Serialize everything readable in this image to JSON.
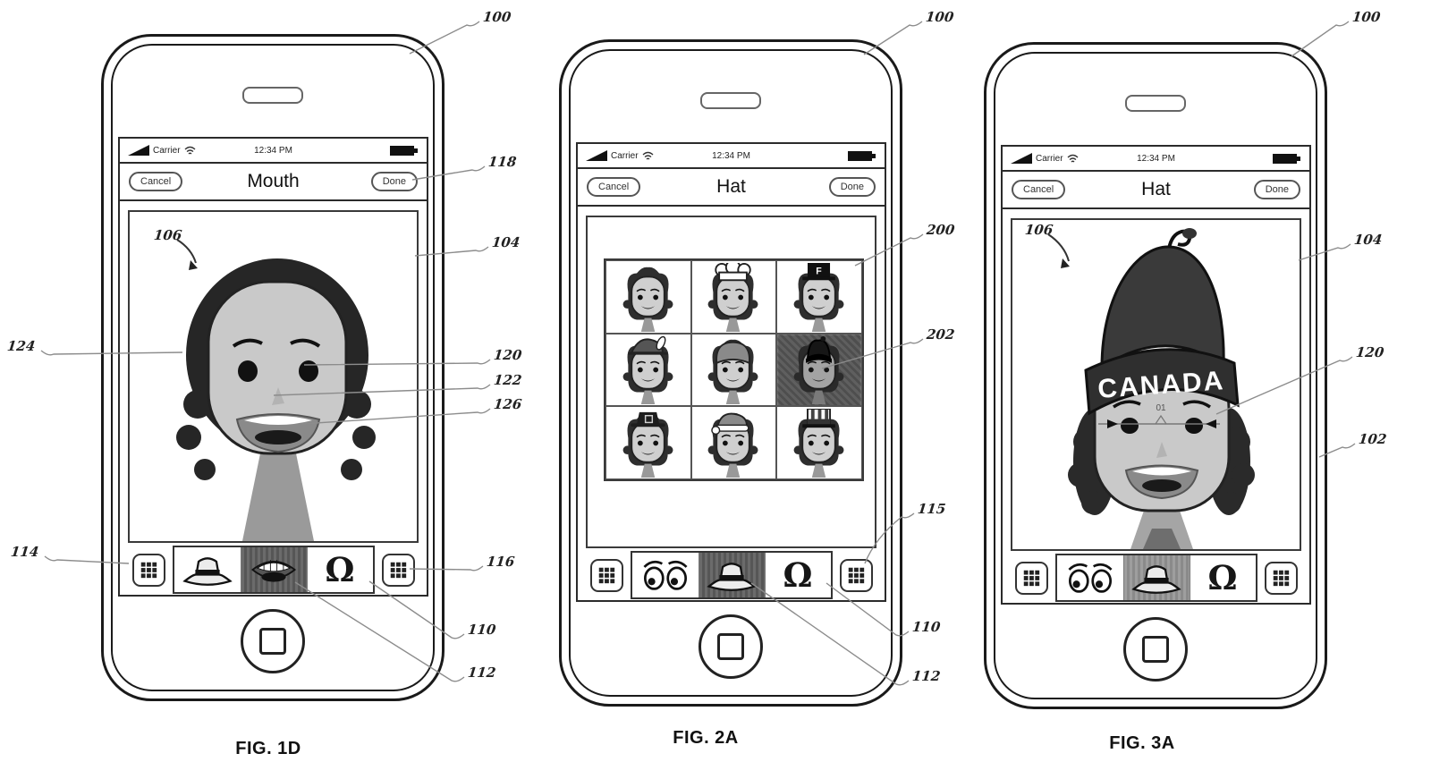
{
  "phone1": {
    "statusbar": {
      "carrier": "Carrier",
      "time": "12:34 PM"
    },
    "nav": {
      "cancel": "Cancel",
      "title": "Mouth",
      "done": "Done"
    },
    "refs": {
      "r100": "100",
      "r118": "118",
      "r104": "104",
      "r106": "106",
      "r124": "124",
      "r120": "120",
      "r122": "122",
      "r126": "126",
      "r114": "114",
      "r116": "116",
      "r110": "110",
      "r112": "112"
    },
    "fig_label": "FIG. 1D"
  },
  "phone2": {
    "statusbar": {
      "carrier": "Carrier",
      "time": "12:34 PM"
    },
    "nav": {
      "cancel": "Cancel",
      "title": "Hat",
      "done": "Done"
    },
    "grid": {
      "tophat_letter": "F"
    },
    "refs": {
      "r100": "100",
      "r200": "200",
      "r202": "202",
      "r115": "115",
      "r110": "110",
      "r112": "112"
    },
    "fig_label": "FIG. 2A"
  },
  "phone3": {
    "statusbar": {
      "carrier": "Carrier",
      "time": "12:34 PM"
    },
    "nav": {
      "cancel": "Cancel",
      "title": "Hat",
      "done": "Done"
    },
    "hat_text": "CANADA",
    "eye_measure_label": "01",
    "refs": {
      "r100": "100",
      "r106": "106",
      "r104": "104",
      "r120": "120",
      "r102": "102"
    },
    "fig_label": "FIG. 3A"
  },
  "icons": {
    "wig_glyph": "Ω"
  },
  "colors": {
    "ink": "#1a1a1a",
    "leader": "#8c8c8c",
    "face": "#c9c9c9",
    "selected_dark": "#6b6b6b"
  }
}
